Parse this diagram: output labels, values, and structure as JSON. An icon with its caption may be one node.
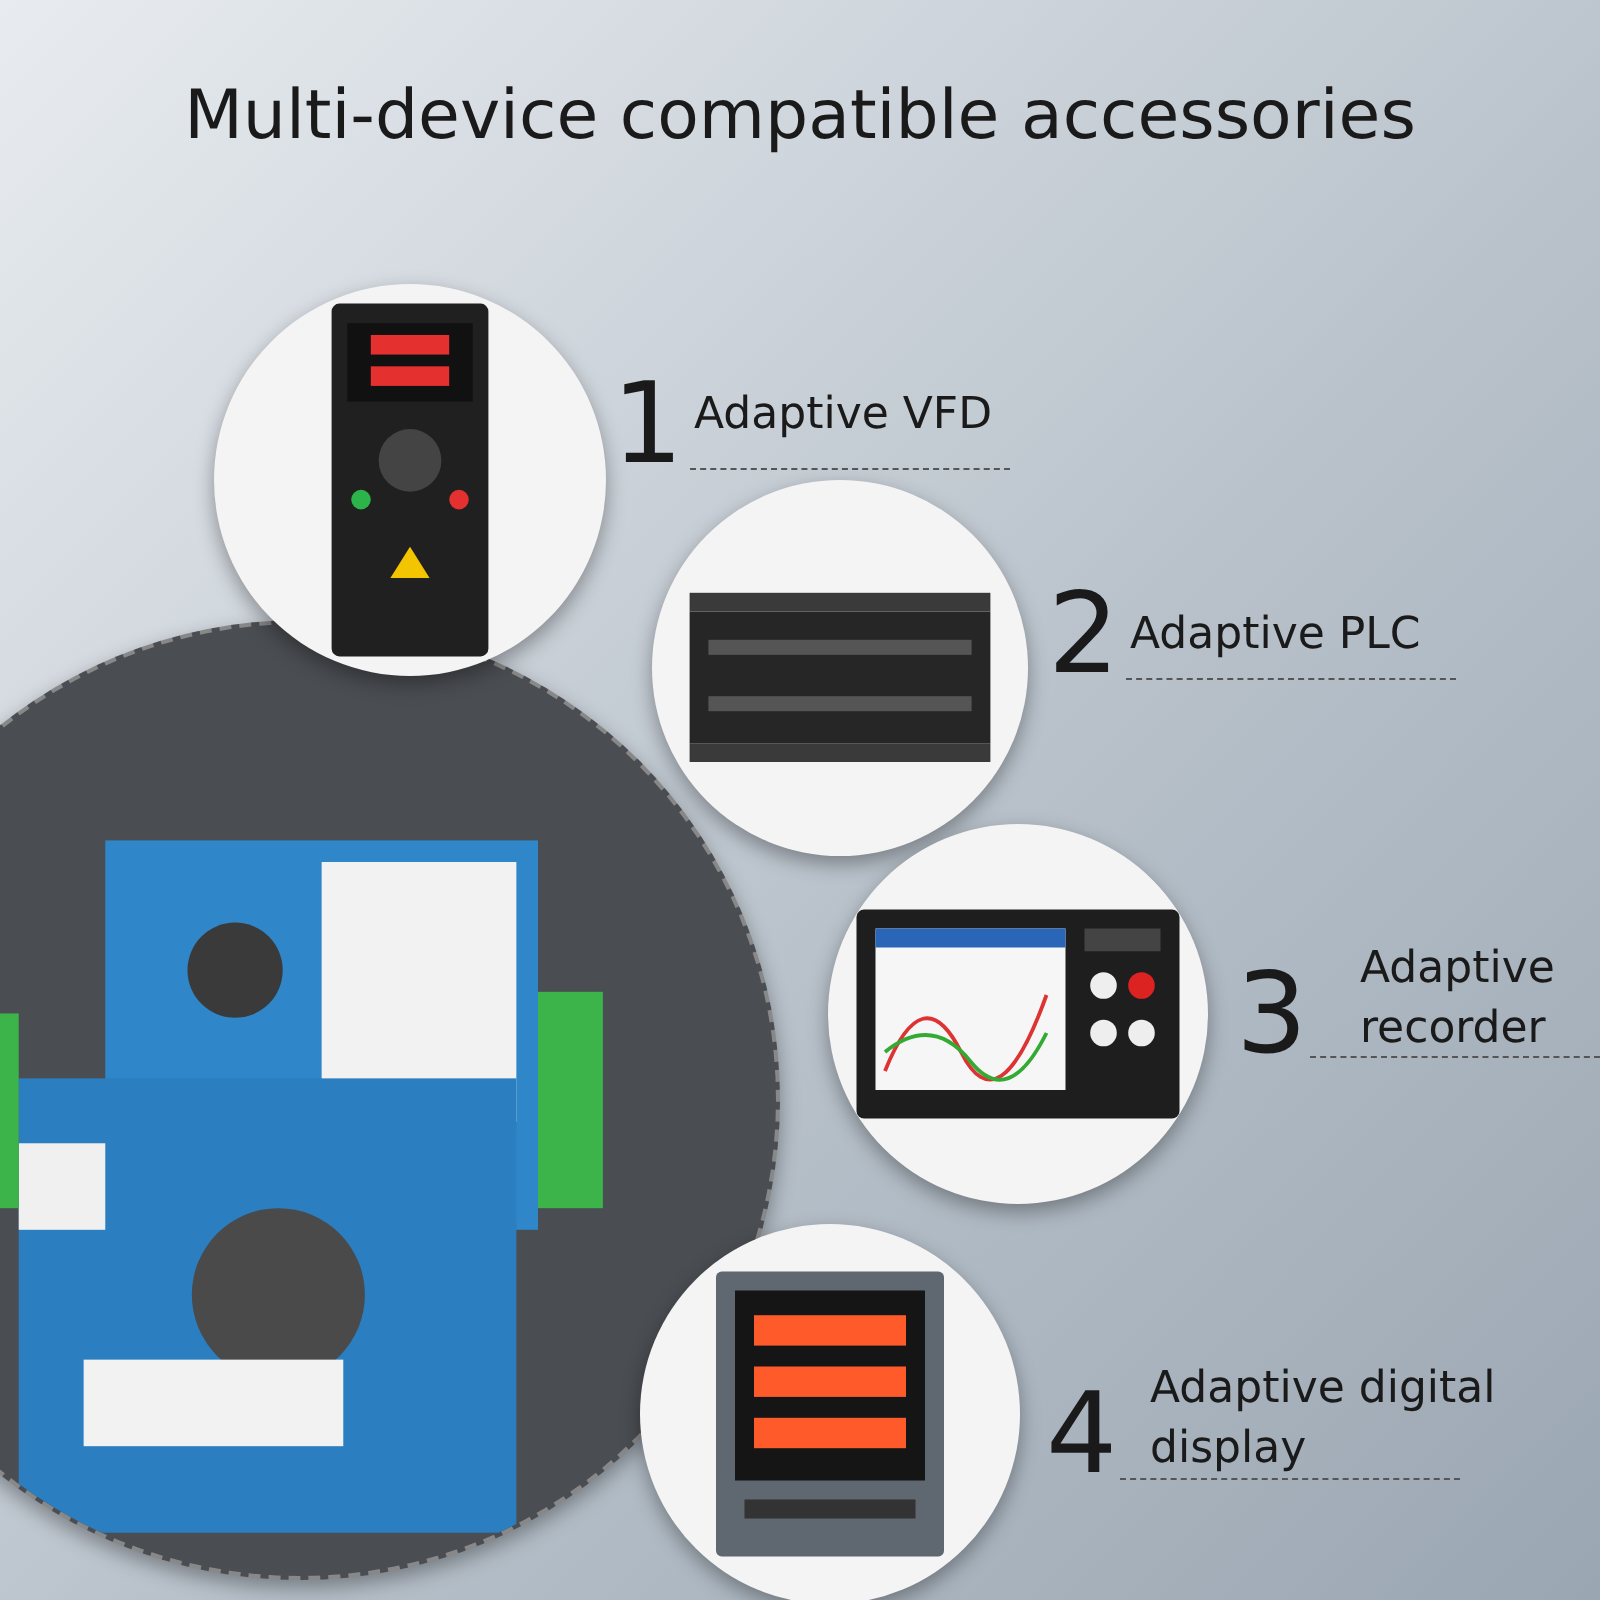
{
  "diagram": {
    "title": "Multi-device compatible accessories",
    "nodes": [
      {
        "text": [],
        "shape": "picture"
      },
      {
        "text": [],
        "shape": "picture"
      },
      {
        "text": [],
        "shape": "picture"
      },
      {
        "text": [],
        "shape": "picture"
      },
      {
        "text": [],
        "shape": "picture"
      }
    ],
    "labels": [
      "1",
      "Adaptive VFD",
      "2",
      "Adaptive PLC",
      "3",
      "Adaptive recorder",
      "4",
      "Adaptive digital display"
    ]
  }
}
